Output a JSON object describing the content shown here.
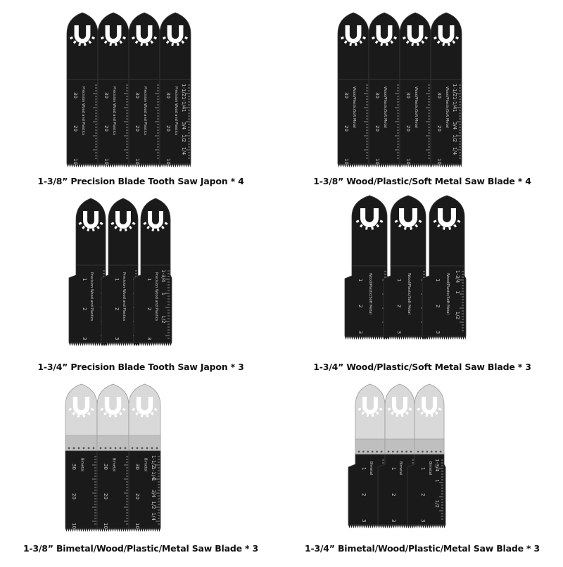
{
  "products": [
    {
      "caption": "1-3/8” Precision Blade Tooth Saw Japon * 4",
      "count": 4,
      "variant": "narrow",
      "finish": "black",
      "blade_text": "Precision Wood and Plastics",
      "scale_labels": [
        "30",
        "20",
        "10"
      ],
      "inch_labels": [
        "1-1/2",
        "1-1/4",
        "1",
        "3/4",
        "1/2",
        "1/4"
      ]
    },
    {
      "caption": "1-3/8” Wood/Plastic/Soft Metal Saw Blade * 4",
      "count": 4,
      "variant": "narrow",
      "finish": "black",
      "blade_text": "Wood/Plastic/Soft Metal",
      "scale_labels": [
        "30",
        "20",
        "10"
      ],
      "inch_labels": [
        "1-1/2",
        "1-1/4",
        "1",
        "3/4",
        "1/2",
        "1/4"
      ]
    },
    {
      "caption": "1-3/4” Precision Blade Tooth Saw Japon * 3",
      "count": 3,
      "variant": "wide",
      "finish": "black",
      "blade_text": "Precision Wood and Plastics",
      "scale_labels": [
        "1",
        "2",
        "3"
      ],
      "inch_labels": [
        "1-3/4",
        "1",
        "1/2"
      ]
    },
    {
      "caption": "1-3/4” Wood/Plastic/Soft Metal Saw Blade * 3",
      "count": 3,
      "variant": "wide",
      "finish": "black",
      "blade_text": "Wood/Plastic/Soft Metal",
      "scale_labels": [
        "1",
        "2",
        "3"
      ],
      "inch_labels": [
        "1-3/4",
        "1",
        "1/2"
      ]
    },
    {
      "caption": "1-3/8” Bimetal/Wood/Plastic/Metal Saw Blade * 3",
      "count": 3,
      "variant": "narrow",
      "finish": "bimetal",
      "blade_text": "Bimetal",
      "scale_labels": [
        "30",
        "20",
        "10"
      ],
      "inch_labels": [
        "1-1/2",
        "1-1/4",
        "1",
        "3/4",
        "1/2",
        "1/4"
      ]
    },
    {
      "caption": "1-3/4” Bimetal/Wood/Plastic/Metal Saw Blade * 3",
      "count": 3,
      "variant": "wide",
      "finish": "bimetal",
      "blade_text": "Bimetal",
      "scale_labels": [
        "1",
        "2",
        "3"
      ],
      "inch_labels": [
        "1-3/4",
        "1",
        "1/2"
      ]
    }
  ],
  "colors": {
    "blade_black": "#1a1a1a",
    "blade_edge": "#3a3a3a",
    "blade_silver": "#d9d9d9",
    "silver_edge": "#9a9a9a",
    "marking": "#cfcfcf",
    "background": "#ffffff"
  }
}
